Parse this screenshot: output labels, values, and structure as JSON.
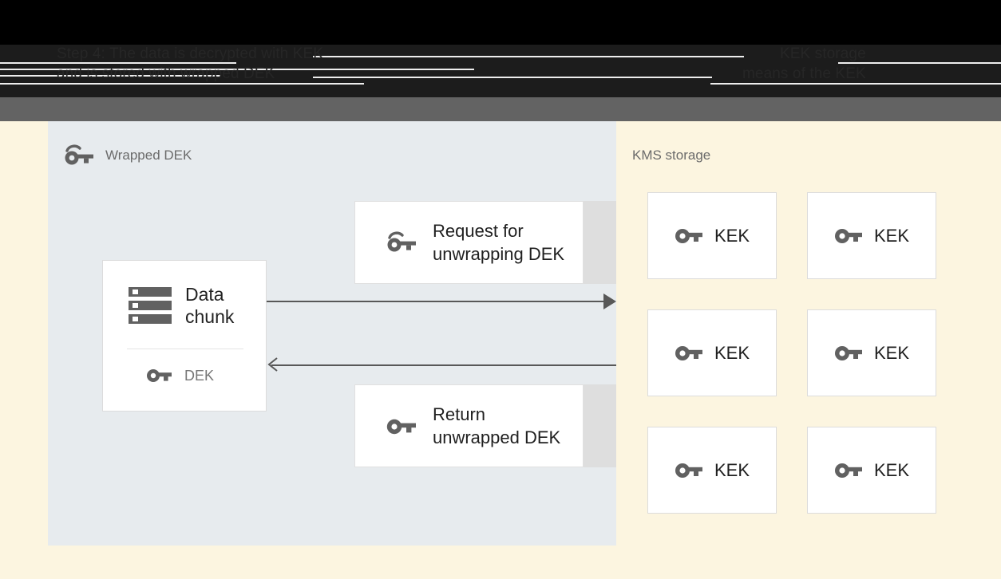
{
  "banner": {
    "line1_left": "Step 4: The data is decrypted with KEK",
    "line2_left": "and is stored with wrapped DEK",
    "line1_right": "KEK storage",
    "line2_right": "means of the KEK"
  },
  "left_panel": {
    "title": "Wrapped DEK",
    "title_icon": "wrapped-key-icon",
    "data_card": {
      "icon": "server-stack-icon",
      "label": "Data\nchunk",
      "key_icon": "key-icon",
      "key_label": "DEK"
    },
    "messages": [
      {
        "id": "request",
        "icon": "wrapped-key-icon",
        "label": "Request for\nunwrapping DEK"
      },
      {
        "id": "return",
        "icon": "key-icon",
        "label": "Return\nunwrapped DEK"
      }
    ],
    "arrows": [
      {
        "id": "to-kms",
        "direction": "right"
      },
      {
        "id": "from-kms",
        "direction": "left"
      }
    ]
  },
  "right_panel": {
    "title": "KMS storage",
    "kek_cards": [
      {
        "icon": "key-icon",
        "label": "KEK"
      },
      {
        "icon": "key-icon",
        "label": "KEK"
      },
      {
        "icon": "key-icon",
        "label": "KEK"
      },
      {
        "icon": "key-icon",
        "label": "KEK"
      },
      {
        "icon": "key-icon",
        "label": "KEK"
      },
      {
        "icon": "key-icon",
        "label": "KEK"
      }
    ]
  },
  "colors": {
    "left_panel_bg": "#e7ebee",
    "right_panel_bg": "#fcf5e0",
    "card_bg": "#ffffff",
    "card_border": "#dcdcdc",
    "icon_gray": "#616161",
    "arrow_gray": "#585858",
    "title_gray": "#6b6b6b",
    "banner_black": "#000000",
    "banner_dark": "#1c1c1c",
    "banner_gray": "#636363"
  }
}
